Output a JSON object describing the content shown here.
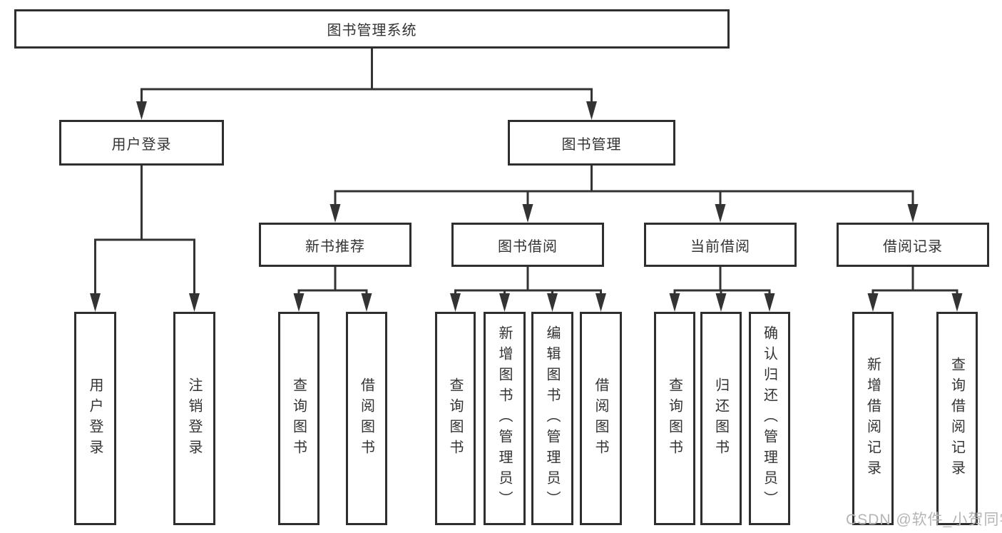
{
  "diagram": {
    "root": {
      "label": "图书管理系统"
    },
    "branches": [
      {
        "label": "用户登录",
        "leaves": [
          {
            "label": "用户登录"
          },
          {
            "label": "注销登录"
          }
        ]
      },
      {
        "label": "图书管理",
        "groups": [
          {
            "label": "新书推荐",
            "leaves": [
              {
                "label": "查询图书"
              },
              {
                "label": "借阅图书"
              }
            ]
          },
          {
            "label": "图书借阅",
            "leaves": [
              {
                "label": "查询图书"
              },
              {
                "label": "新增图书（管理员）"
              },
              {
                "label": "编辑图书（管理员）"
              },
              {
                "label": "借阅图书"
              }
            ]
          },
          {
            "label": "当前借阅",
            "leaves": [
              {
                "label": "查询图书"
              },
              {
                "label": "归还图书"
              },
              {
                "label": "确认归还（管理员）"
              }
            ]
          },
          {
            "label": "借阅记录",
            "leaves": [
              {
                "label": "新增借阅记录"
              },
              {
                "label": "查询借阅记录"
              }
            ]
          }
        ]
      }
    ]
  },
  "watermark": "CSDN @软件_小贺同学",
  "colors": {
    "background": "#ffffff",
    "box_border": "#2e2e2e",
    "connector": "#333333",
    "text": "#333333",
    "watermark": "#b5b5b5"
  }
}
